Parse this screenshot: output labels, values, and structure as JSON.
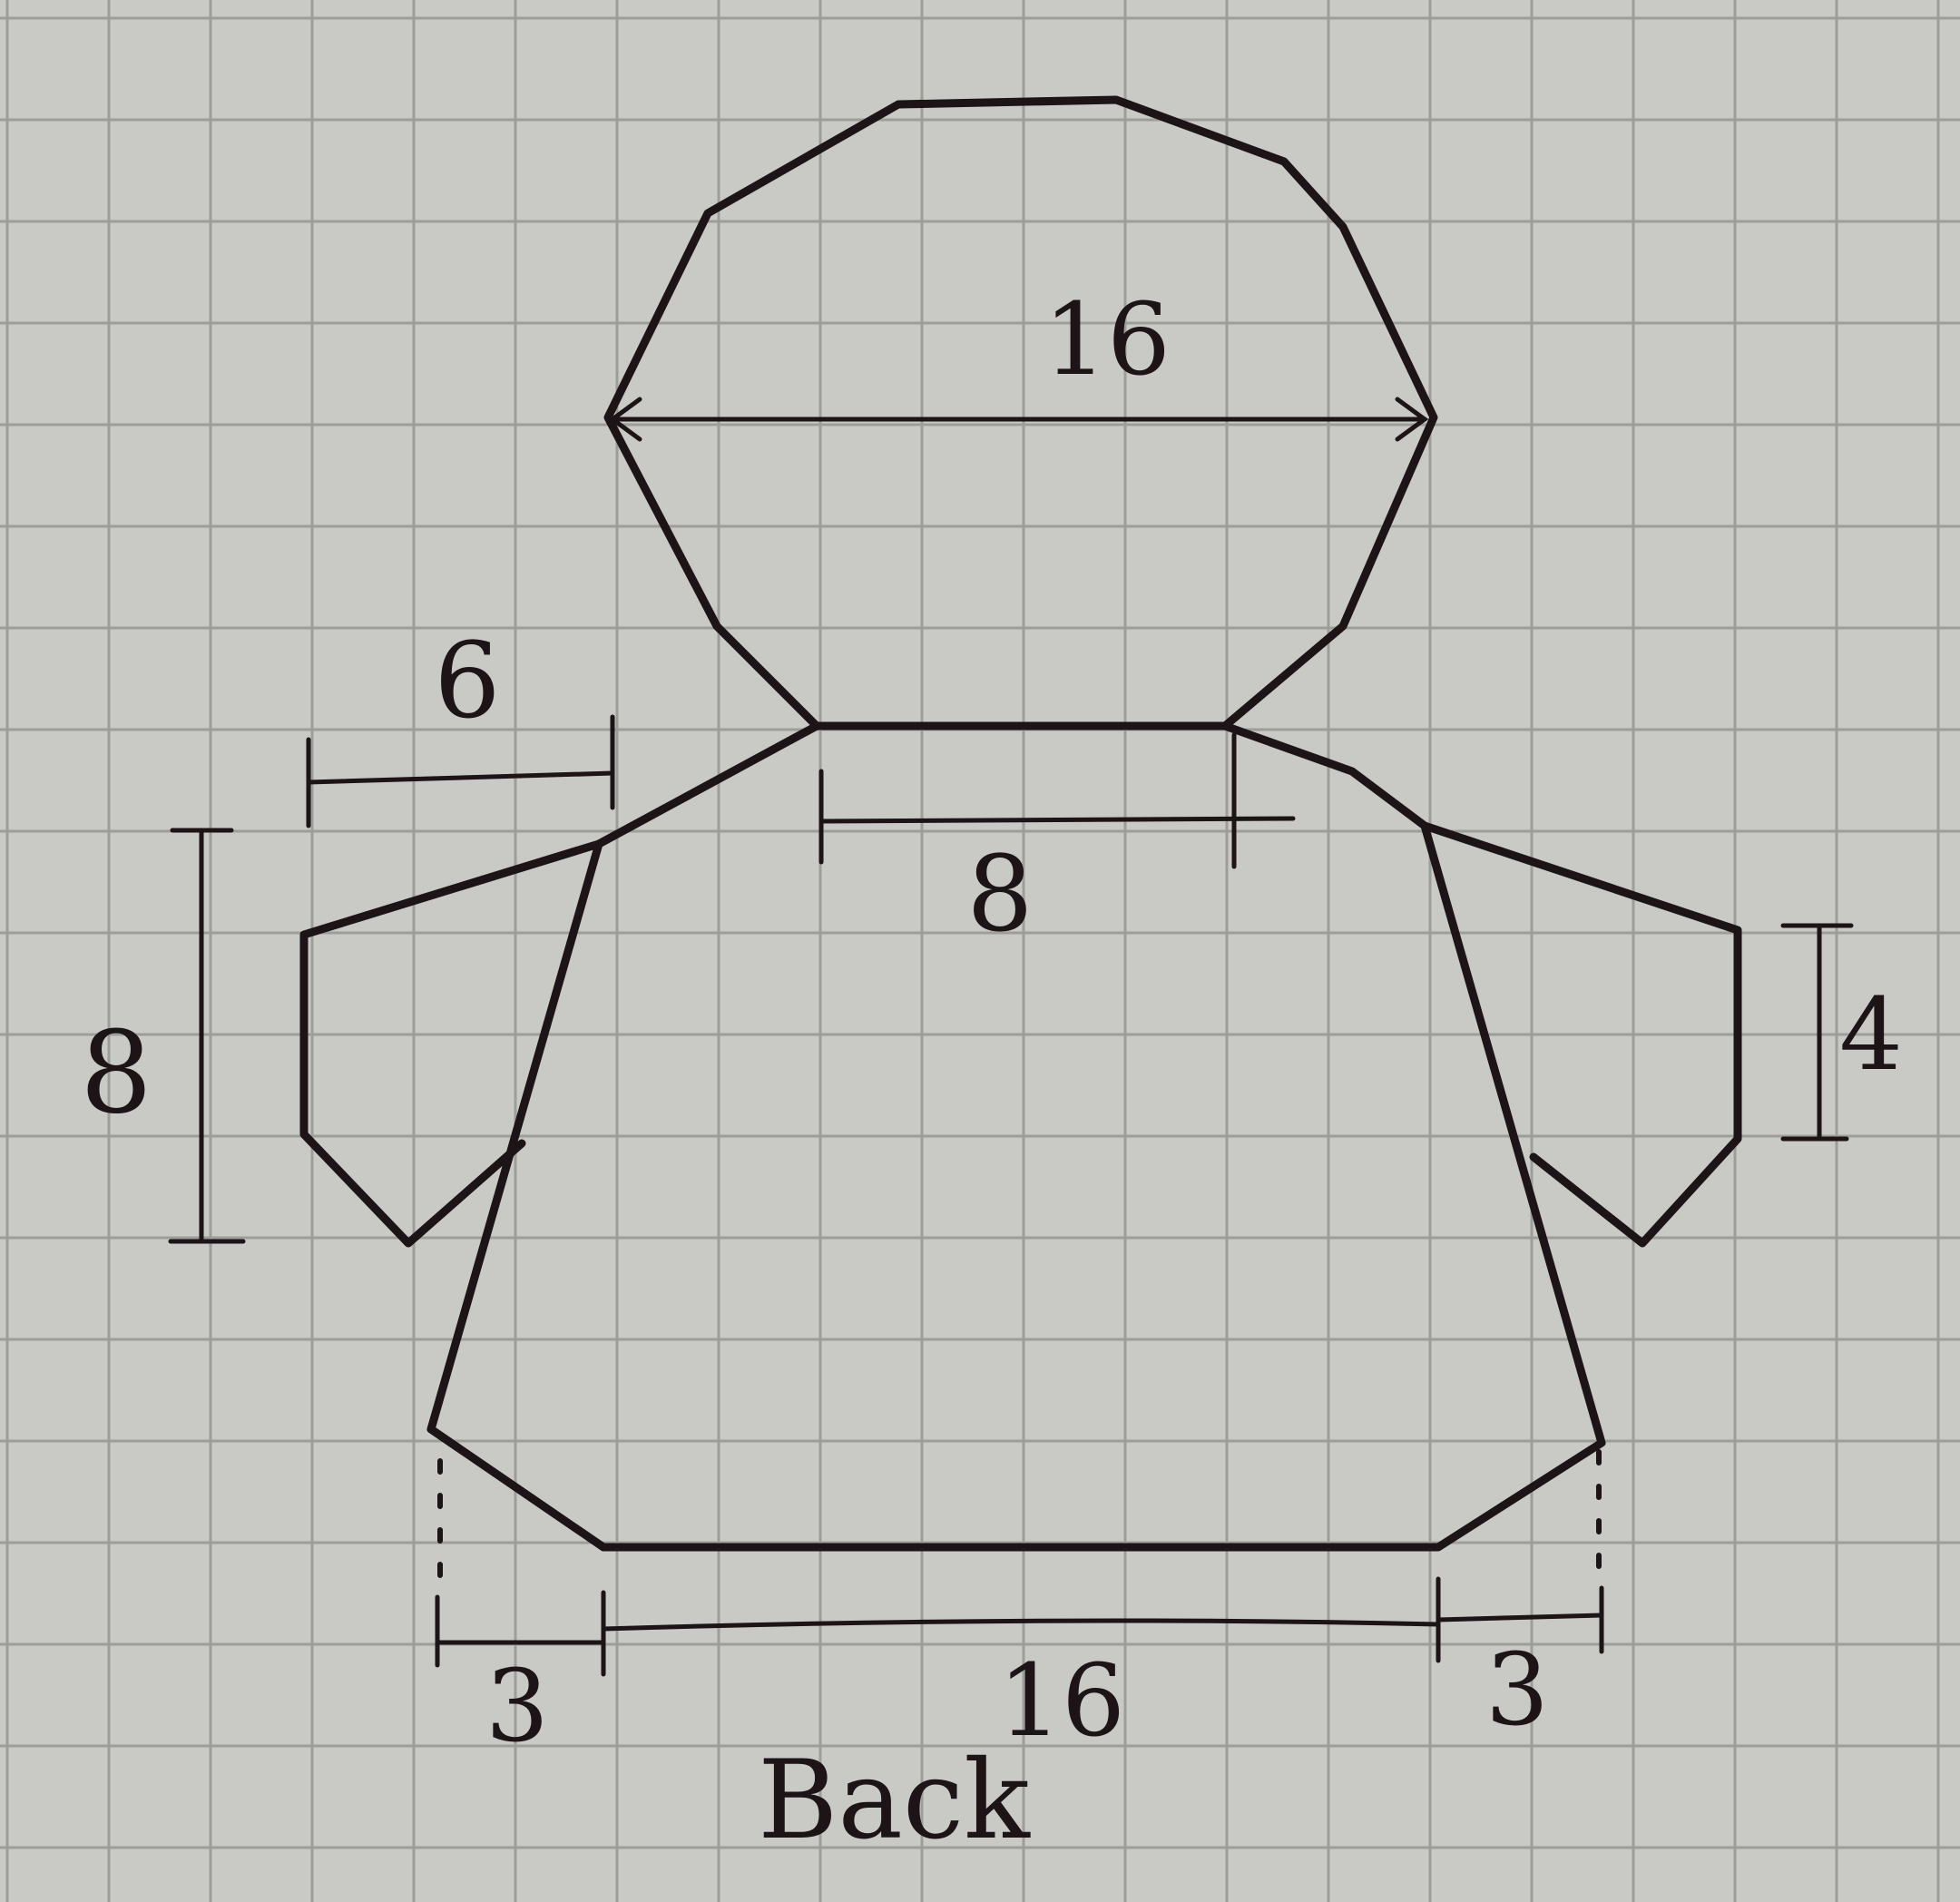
{
  "diagram": {
    "paper": "grid",
    "colors": {
      "paper": "#c9c9c5",
      "grid": "#9d9d99",
      "ink": "#1c1416"
    },
    "labels": {
      "head_width": "16",
      "neck_width": "8",
      "left_arm_span": "6",
      "left_arm_height": "8",
      "right_arm_height": "4",
      "bottom_left": "3",
      "bottom_center": "16",
      "bottom_right": "3",
      "caption": "Back"
    }
  }
}
